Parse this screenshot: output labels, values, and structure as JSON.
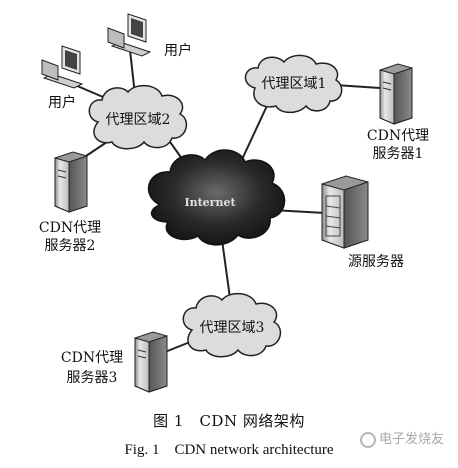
{
  "diagram": {
    "center_cloud": "Internet",
    "regions": [
      {
        "id": "region1",
        "label": "代理区域1"
      },
      {
        "id": "region2",
        "label": "代理区域2"
      },
      {
        "id": "region3",
        "label": "代理区域3"
      }
    ],
    "servers": [
      {
        "id": "cdn1",
        "line1": "CDN代理",
        "line2": "服务器1"
      },
      {
        "id": "cdn2",
        "line1": "CDN代理",
        "line2": "服务器2"
      },
      {
        "id": "cdn3",
        "line1": "CDN代理",
        "line2": "服务器3"
      },
      {
        "id": "origin",
        "line1": "源服务器"
      }
    ],
    "users": [
      {
        "id": "user1",
        "label": "用户"
      },
      {
        "id": "user2",
        "label": "用户"
      }
    ]
  },
  "caption": {
    "cn": "图 1　CDN 网络架构",
    "en": "Fig. 1　CDN network architecture"
  },
  "watermark": "电子发烧友"
}
